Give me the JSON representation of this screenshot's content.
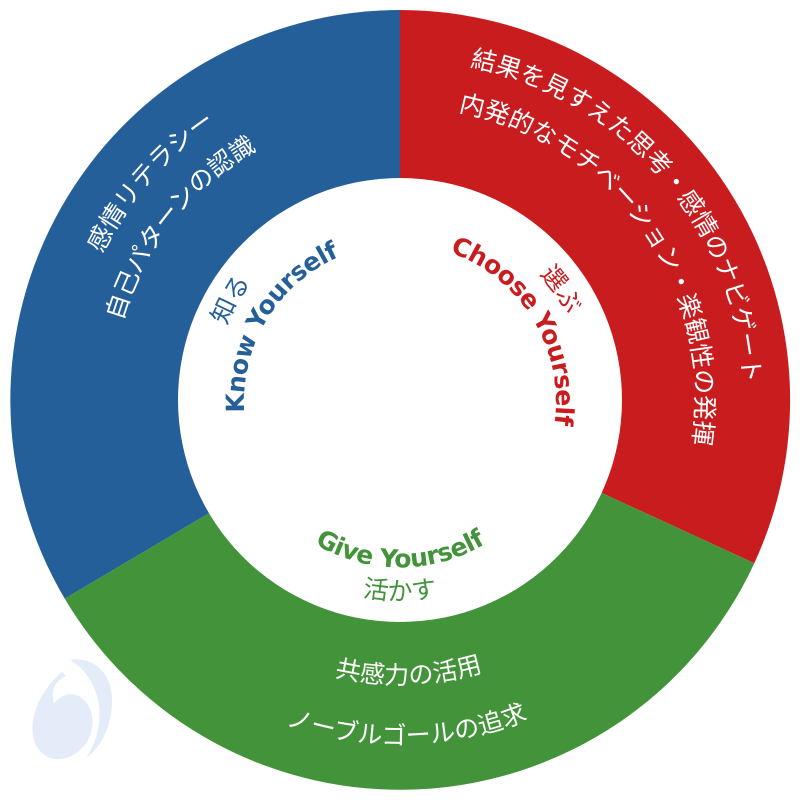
{
  "colors": {
    "blue": "#255F99",
    "red": "#C91C1E",
    "green": "#43933A",
    "white": "#FFFFFF",
    "logo": "#E3ECF8"
  },
  "segments": {
    "blue": {
      "line1": "感情リテラシー",
      "line2": "自己パターンの認識"
    },
    "red": {
      "line1": "結果を見すえた思考・感情のナビゲート",
      "line2": "内発的なモチベーション・楽観性の発揮"
    },
    "green": {
      "line1": "共感力の活用",
      "line2": "ノーブルゴールの追求"
    }
  },
  "inner": {
    "know": {
      "en": "Know Yourself",
      "jp": "知る"
    },
    "choose": {
      "en": "Choose Yourself",
      "jp": "選ぶ"
    },
    "give": {
      "en": "Give Yourself",
      "jp": "活かす"
    }
  },
  "logo_icon": "six-seconds-logo-icon"
}
